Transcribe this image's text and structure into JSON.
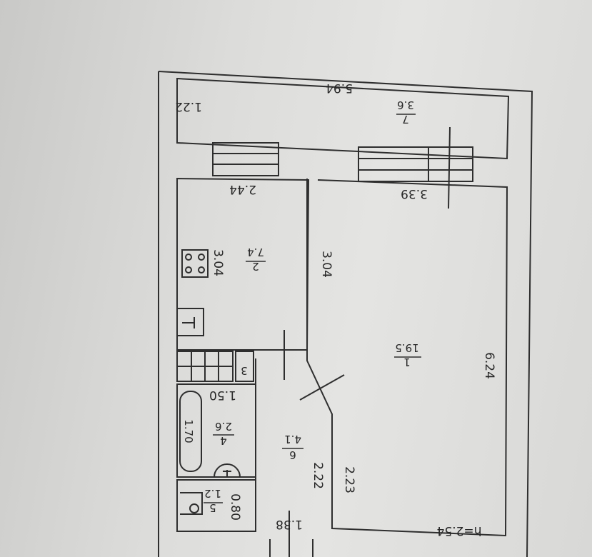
{
  "plan": {
    "height_note": "h=2.54",
    "rooms": [
      {
        "number": "1",
        "area": "19.5"
      },
      {
        "number": "2",
        "area": "7.4"
      },
      {
        "number": "3",
        "area": ""
      },
      {
        "number": "4",
        "area": "2.6"
      },
      {
        "number": "5",
        "area": "1.2"
      },
      {
        "number": "6",
        "area": "4.1"
      },
      {
        "number": "7",
        "area": "3.6"
      }
    ],
    "dimensions": {
      "balcony_width": "1.22",
      "balcony_length": "5.94",
      "kitchen_width": "2.44",
      "room_width": "3.39",
      "kitchen_length_outer": "3.04",
      "kitchen_length_inner": "3.04",
      "room_length": "6.24",
      "bath_width": "1.50",
      "bathtub_length": "1.70",
      "hall_length": "2.22",
      "room_wall_length": "2.23",
      "wc_width": "0.80",
      "hall_width": "1.38"
    }
  }
}
